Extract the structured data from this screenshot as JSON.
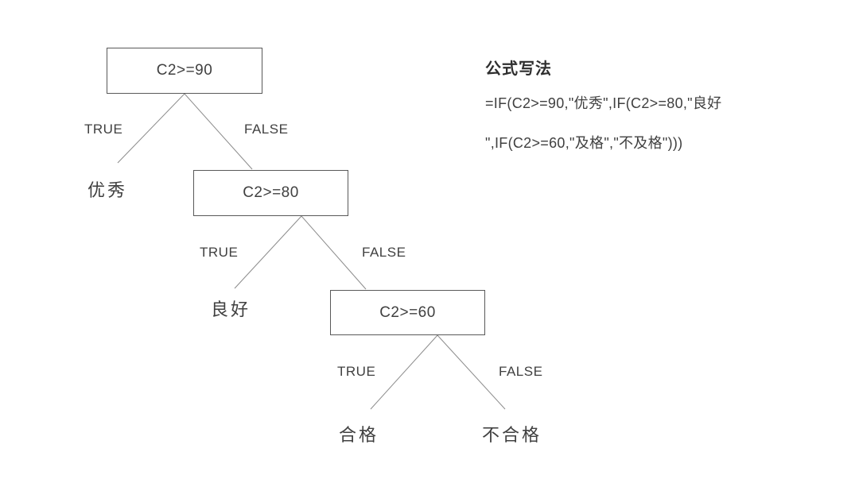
{
  "colors": {
    "background": "#ffffff",
    "text": "#404040",
    "line": "#8c8c8c",
    "box_border": "#595959"
  },
  "tree": {
    "levels": [
      {
        "condition": "C2>=90",
        "true_label": "TRUE",
        "false_label": "FALSE",
        "true_result": "优秀"
      },
      {
        "condition": "C2>=80",
        "true_label": "TRUE",
        "false_label": "FALSE",
        "true_result": "良好"
      },
      {
        "condition": "C2>=60",
        "true_label": "TRUE",
        "false_label": "FALSE",
        "true_result": "合格",
        "false_result": "不合格"
      }
    ]
  },
  "formula": {
    "title": "公式写法",
    "line1": "=IF(C2>=90,\"优秀\",IF(C2>=80,\"良好",
    "line2": "\",IF(C2>=60,\"及格\",\"不及格\")))"
  }
}
